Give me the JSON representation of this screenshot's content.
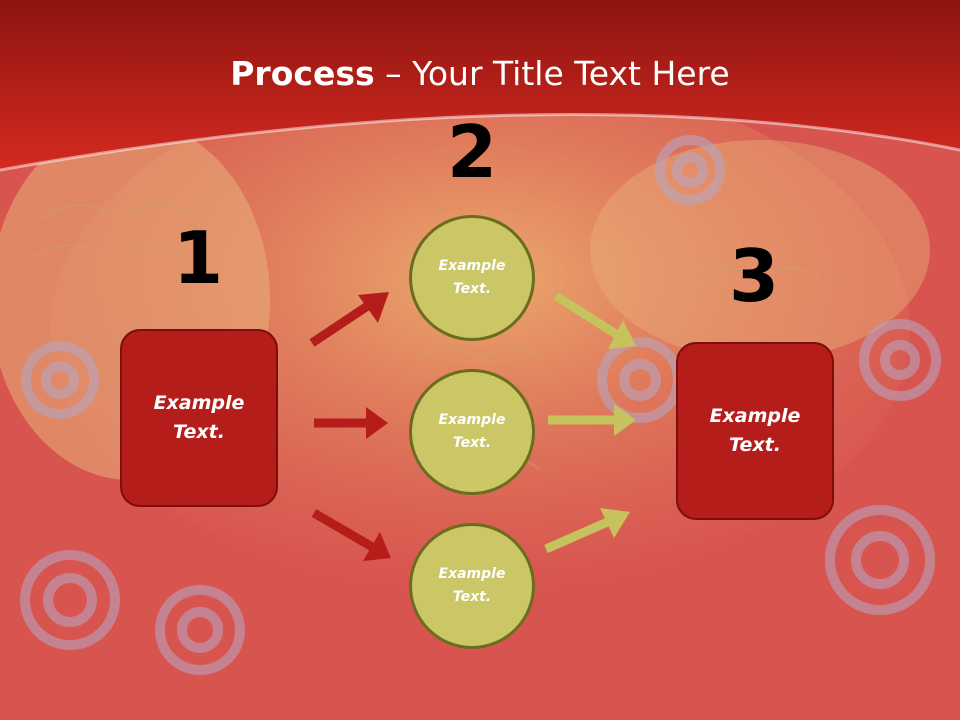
{
  "slide": {
    "title_bold": "Process",
    "title_rest": " – Your Title Text Here"
  },
  "steps": [
    {
      "number": "1",
      "box_text": "Example\nText."
    },
    {
      "number": "2"
    },
    {
      "number": "3",
      "box_text": "Example\nText."
    }
  ],
  "circles": [
    {
      "text": "Example\nText."
    },
    {
      "text": "Example\nText."
    },
    {
      "text": "Example\nText."
    }
  ],
  "colors": {
    "header_red": "#b5221a",
    "box_fill": "#b41d19",
    "circle_fill": "#cbc766",
    "left_arrow": "#b41d19",
    "right_arrow": "#c6c25e"
  }
}
